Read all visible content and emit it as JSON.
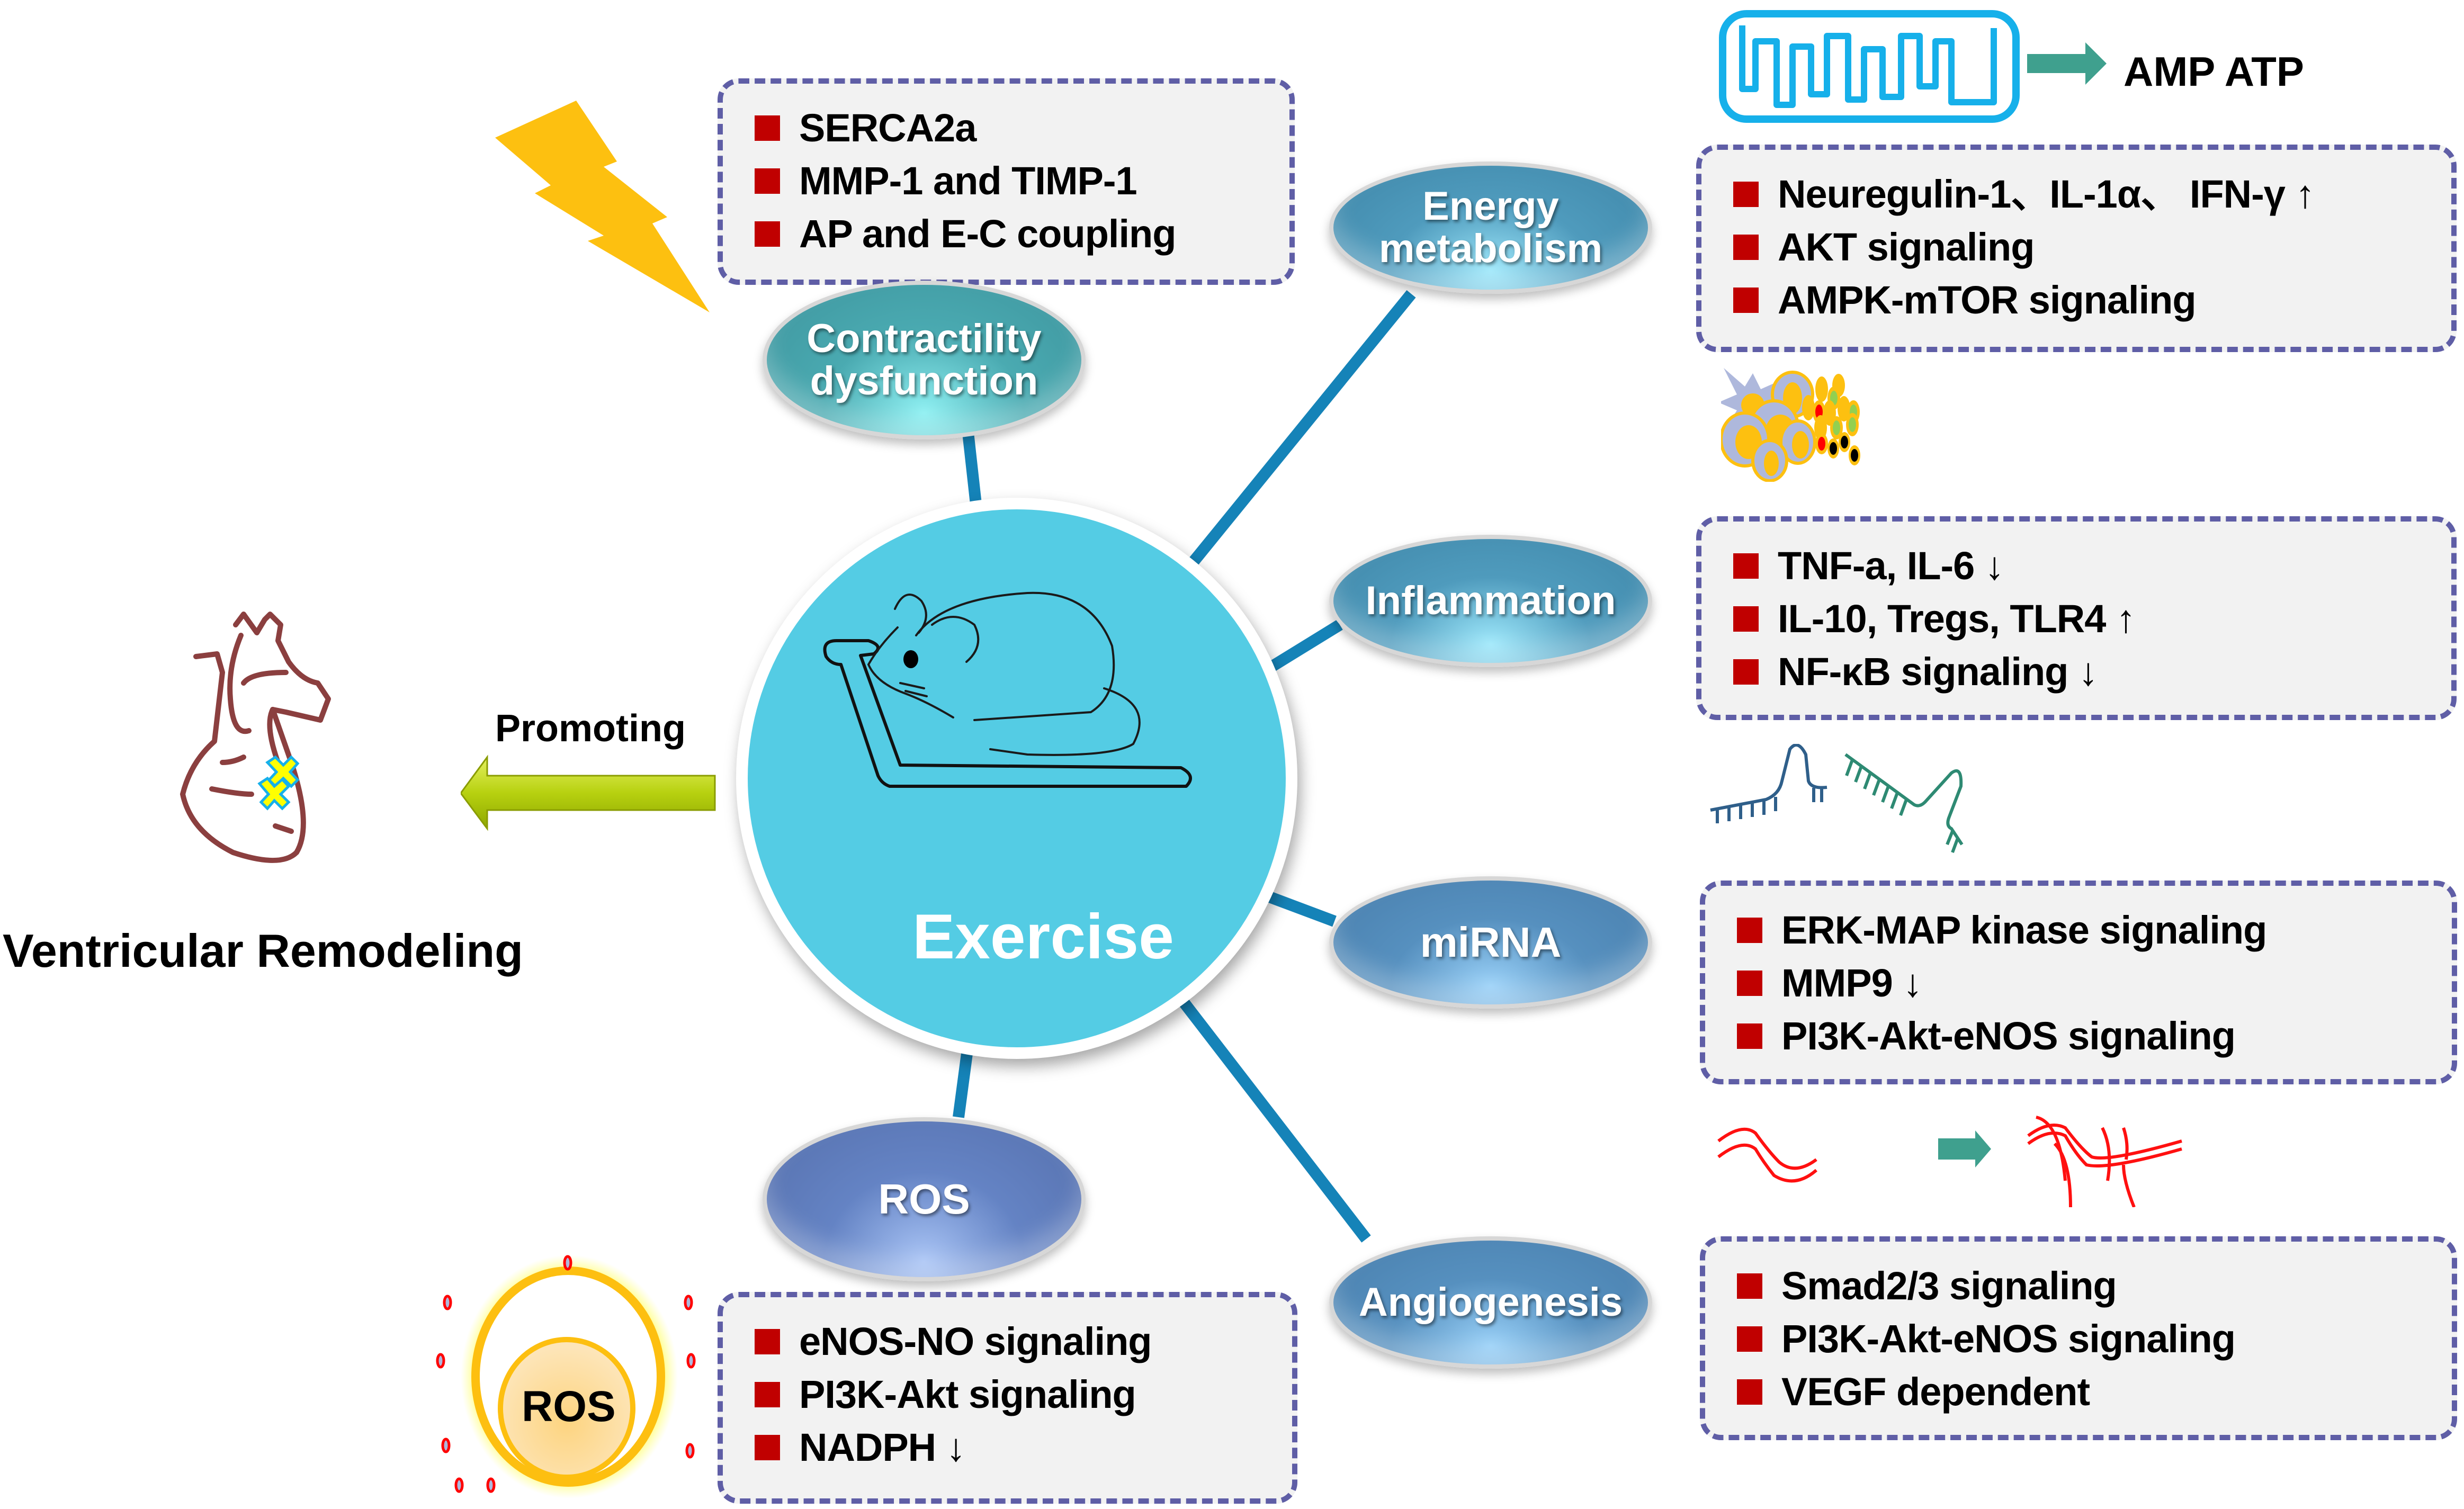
{
  "center": {
    "label": "Exercise",
    "icon": "mouse-on-treadmill-icon",
    "fill_color": "#54cce4"
  },
  "outcome": {
    "label": "Ventricular Remodeling",
    "icon": "heart-icon",
    "arrow_label": "Promoting",
    "arrow_color": "#c8e010"
  },
  "colors": {
    "box_border": "#5f5ea6",
    "box_fill": "#f2f2f2",
    "bullet": "#c00000",
    "connector": "#1583b8"
  },
  "nodes": [
    {
      "id": "contractility",
      "label": "Contractility dysfunction",
      "label_lines": [
        "Contractility",
        "dysfunction"
      ],
      "icon": "lightning-bolt-icon",
      "items": [
        "SERCA2a",
        "MMP-1 and TIMP-1",
        "AP and E-C coupling"
      ]
    },
    {
      "id": "energy",
      "label": "Energy metabolism",
      "label_lines": [
        "Energy",
        "metabolism"
      ],
      "icon": "mitochondria-icon",
      "icon_caption": "AMP ATP",
      "items": [
        "Neuregulin-1、IL-1α、 IFN-γ ↑",
        "AKT signaling",
        "AMPK-mTOR signaling"
      ]
    },
    {
      "id": "inflammation",
      "label": "Inflammation",
      "label_lines": [
        "Inflammation"
      ],
      "icon": "immune-cells-icon",
      "items": [
        "TNF-a, IL-6 ↓",
        "IL-10, Tregs, TLR4 ↑",
        "NF-κB signaling ↓"
      ]
    },
    {
      "id": "mirna",
      "label": "miRNA",
      "label_lines": [
        "miRNA"
      ],
      "icon": "rna-strands-icon",
      "items": [
        "ERK-MAP kinase signaling",
        "MMP9 ↓",
        "PI3K-Akt-eNOS signaling"
      ]
    },
    {
      "id": "angiogenesis",
      "label": "Angiogenesis",
      "label_lines": [
        "Angiogenesis"
      ],
      "icon": "blood-vessel-branching-icon",
      "items": [
        "Smad2/3 signaling",
        "PI3K-Akt-eNOS signaling",
        "VEGF dependent"
      ]
    },
    {
      "id": "ros",
      "label": "ROS",
      "label_lines": [
        "ROS"
      ],
      "icon": "ros-cell-icon",
      "icon_caption": "ROS",
      "items": [
        "eNOS-NO signaling",
        "PI3K-Akt signaling",
        "NADPH ↓"
      ]
    }
  ]
}
